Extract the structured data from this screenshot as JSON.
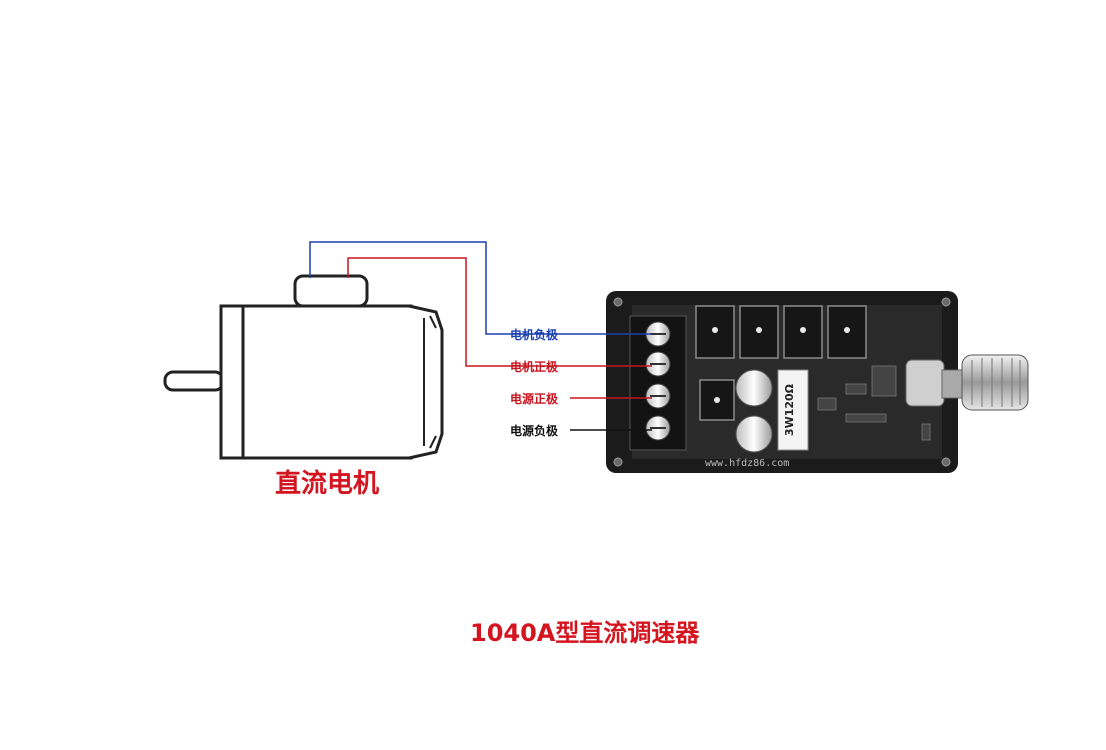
{
  "labels": {
    "motor_negative": "电机负极",
    "motor_positive": "电机正极",
    "power_positive": "电源正极",
    "power_negative": "电源负极"
  },
  "motor_caption": "直流电机",
  "controller_caption": "1040A型直流调速器",
  "resistor_marking": "3W120Ω",
  "pcb_url": "www.hfdz86.com",
  "colors": {
    "negative_wire": "#1a3fb0",
    "positive_wire": "#c8141e",
    "black_wire": "#111111",
    "caption": "#d4141e"
  }
}
